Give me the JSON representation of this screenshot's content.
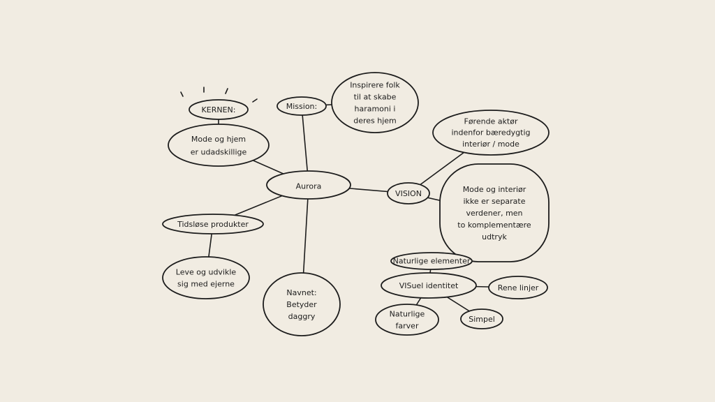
{
  "background_color": "#f1ece2",
  "ink_color": "#1c1c1c",
  "nodes": {
    "aurora": {
      "lines": [
        "Aurora"
      ]
    },
    "kernen": {
      "lines": [
        "KERNEN:"
      ]
    },
    "kernen_text": {
      "lines": [
        "Mode og hjem",
        "er udadskillige"
      ]
    },
    "mission": {
      "lines": [
        "Mission:"
      ]
    },
    "mission_text": {
      "lines": [
        "Inspirere folk",
        "til at skabe",
        "haramoni i",
        "deres hjem"
      ]
    },
    "vision": {
      "lines": [
        "VISION"
      ]
    },
    "vision_text_1": {
      "lines": [
        "Førende aktør",
        "indenfor bæredygtig",
        "interiør / mode"
      ]
    },
    "vision_text_2": {
      "lines": [
        "Mode og interiør",
        "ikke er separate",
        "verdener, men",
        "to komplementære",
        "udtryk"
      ]
    },
    "tidslose": {
      "lines": [
        "Tidsløse produkter"
      ]
    },
    "tidslose_text": {
      "lines": [
        "Leve og udvikle",
        "sig med ejerne"
      ]
    },
    "navnet": {
      "lines": [
        "Navnet:",
        "Betyder",
        "daggry"
      ]
    },
    "visuel": {
      "lines": [
        "VISuel identitet"
      ]
    },
    "naturlige_elementer": {
      "lines": [
        "Naturlige elementer"
      ]
    },
    "rene_linjer": {
      "lines": [
        "Rene linjer"
      ]
    },
    "naturlige_farver": {
      "lines": [
        "Naturlige",
        "farver"
      ]
    },
    "simpel": {
      "lines": [
        "Simpel"
      ]
    }
  },
  "edges": [
    [
      "aurora",
      "mission"
    ],
    [
      "aurora",
      "kernen_text"
    ],
    [
      "aurora",
      "tidslose"
    ],
    [
      "aurora",
      "navnet"
    ],
    [
      "aurora",
      "vision"
    ],
    [
      "kernen",
      "kernen_text"
    ],
    [
      "mission",
      "mission_text"
    ],
    [
      "vision",
      "vision_text_1"
    ],
    [
      "vision",
      "vision_text_2"
    ],
    [
      "tidslose",
      "tidslose_text"
    ],
    [
      "visuel",
      "naturlige_elementer"
    ],
    [
      "visuel",
      "rene_linjer"
    ],
    [
      "visuel",
      "naturlige_farver"
    ],
    [
      "visuel",
      "simpel"
    ]
  ]
}
